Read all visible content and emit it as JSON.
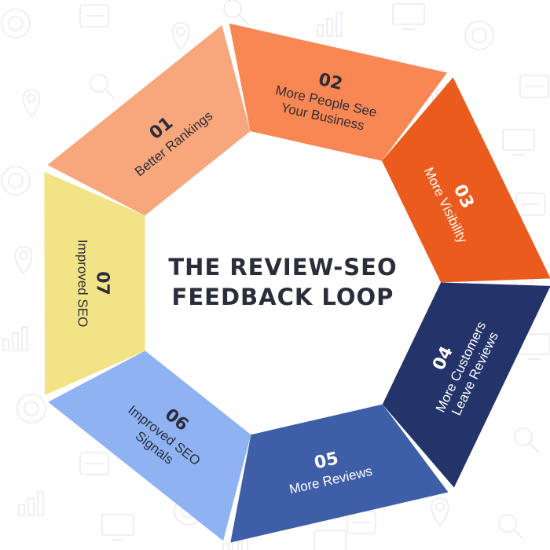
{
  "title_lines": [
    "THE REVIEW-SEO",
    "FEEDBACK LOOP"
  ],
  "colors": {
    "background": "#ffffff",
    "background_icons": "#eaeaf2",
    "title": "#2c2d3a",
    "dark_text": "#2c2d3a",
    "light_text": "#ffffff",
    "inner_fill": "#ffffff"
  },
  "steps": [
    {
      "number": "01",
      "label_lines": [
        "Better Rankings"
      ],
      "color": "#f8a77c",
      "text_tone": "dark"
    },
    {
      "number": "02",
      "label_lines": [
        "More People See",
        "Your Business"
      ],
      "color": "#f98753",
      "text_tone": "dark"
    },
    {
      "number": "03",
      "label_lines": [
        "More Visibility"
      ],
      "color": "#ea5b1d",
      "text_tone": "light"
    },
    {
      "number": "04",
      "label_lines": [
        "More Customers",
        "Leave Reviews"
      ],
      "color": "#24346a",
      "text_tone": "light"
    },
    {
      "number": "05",
      "label_lines": [
        "More Reviews"
      ],
      "color": "#3e5fa8",
      "text_tone": "light"
    },
    {
      "number": "06",
      "label_lines": [
        "Improved SEO",
        "Signals"
      ],
      "color": "#8fb2f3",
      "text_tone": "dark"
    },
    {
      "number": "07",
      "label_lines": [
        "Improved SEO"
      ],
      "color": "#f2e486",
      "text_tone": "dark"
    }
  ],
  "background_icons": [
    "location-pin-icon",
    "magnifier-icon",
    "gear-icon",
    "chart-icon",
    "monitor-icon",
    "award-ribbon-icon",
    "megaphone-icon",
    "rocket-icon",
    "dollar-icon",
    "hourglass-icon",
    "speedometer-icon",
    "lightbulb-icon"
  ]
}
